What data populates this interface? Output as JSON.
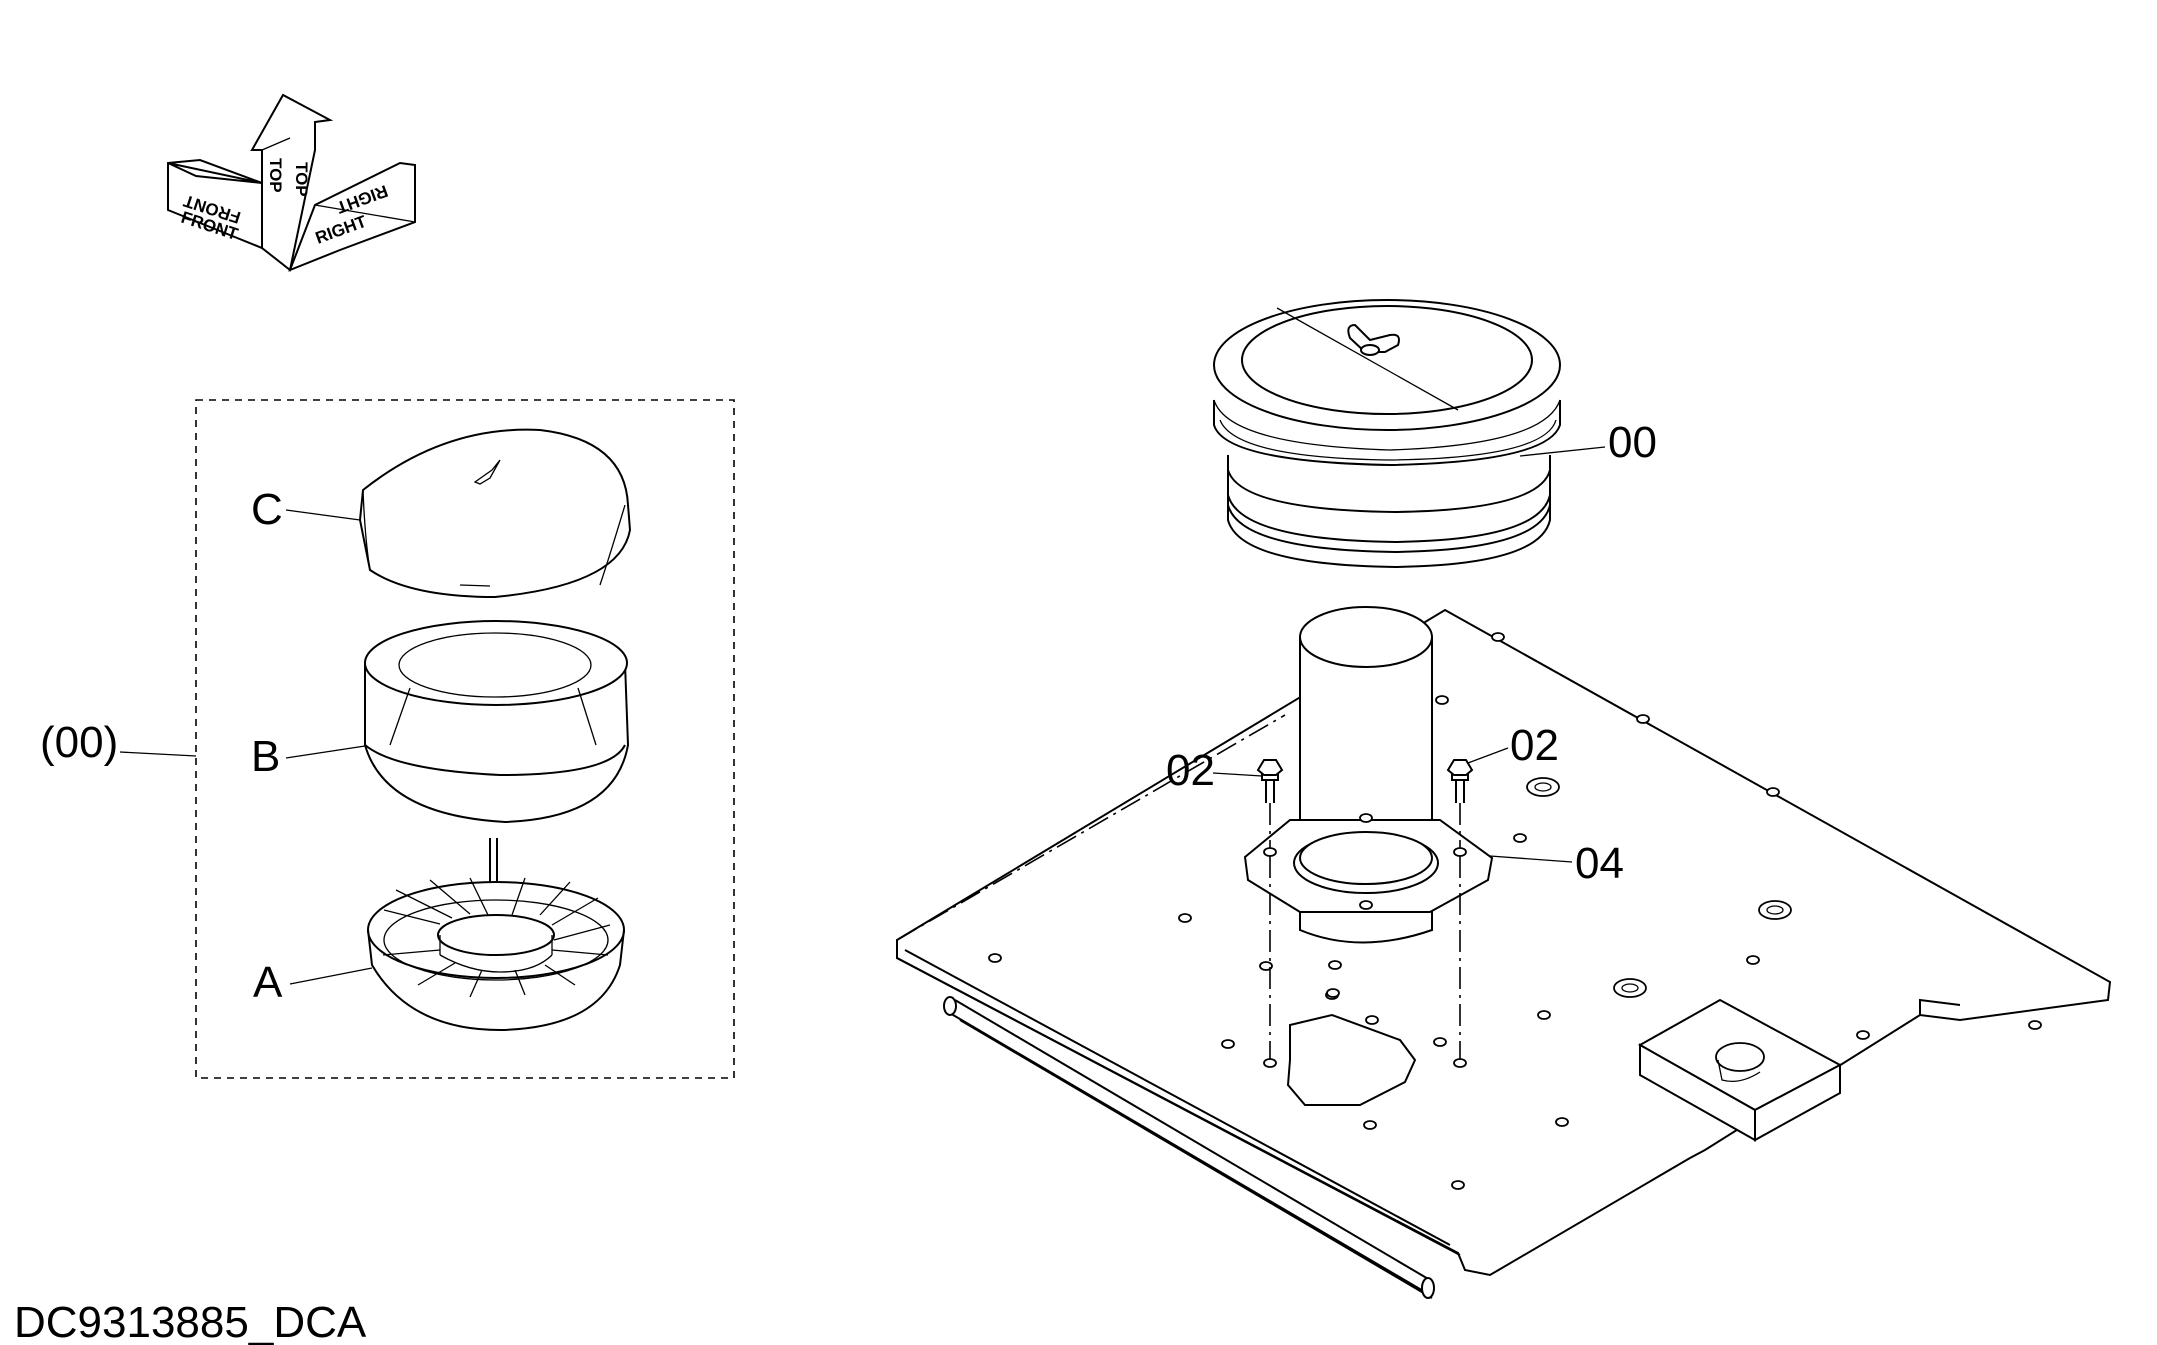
{
  "drawing_id": "DC9313885_DCA",
  "orientation": {
    "front": "FRONT",
    "top": "TOP",
    "right": "RIGHT"
  },
  "callouts": {
    "assembly_ref": "(00)",
    "sub_c": "C",
    "sub_b": "B",
    "sub_a": "A",
    "part_00": "00",
    "part_02_left": "02",
    "part_02_right": "02",
    "part_04": "04"
  },
  "colors": {
    "ink": "#000000",
    "paper": "#ffffff"
  }
}
